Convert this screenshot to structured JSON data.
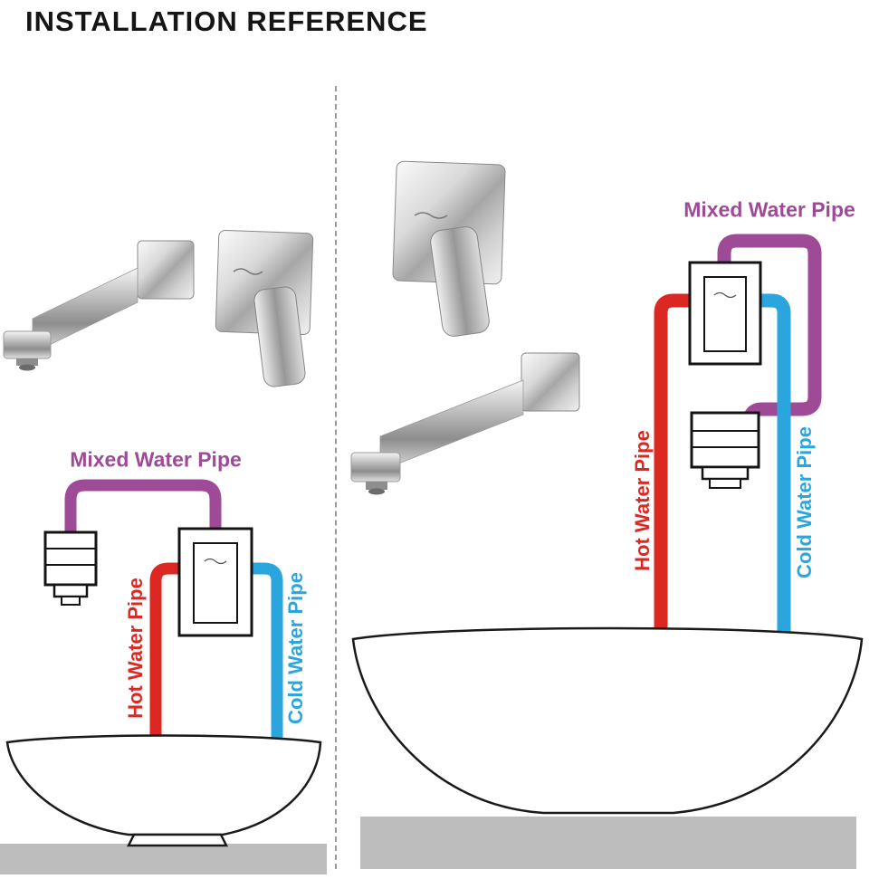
{
  "title": "INSTALLATION REFERENCE",
  "panels": {
    "left": {
      "mixed_pipe_label": "Mixed Water Pipe",
      "hot_pipe_label": "Hot Water Pipe",
      "cold_pipe_label": "Cold Water Pipe"
    },
    "right": {
      "mixed_pipe_label": "Mixed Water Pipe",
      "hot_pipe_label": "Hot Water Pipe",
      "cold_pipe_label": "Cold Water Pipe"
    }
  },
  "colors": {
    "mixed_pipe": "#9e4a96",
    "hot_pipe": "#dc2823",
    "cold_pipe": "#2aa5de",
    "countertop": "#bdbdbd"
  }
}
